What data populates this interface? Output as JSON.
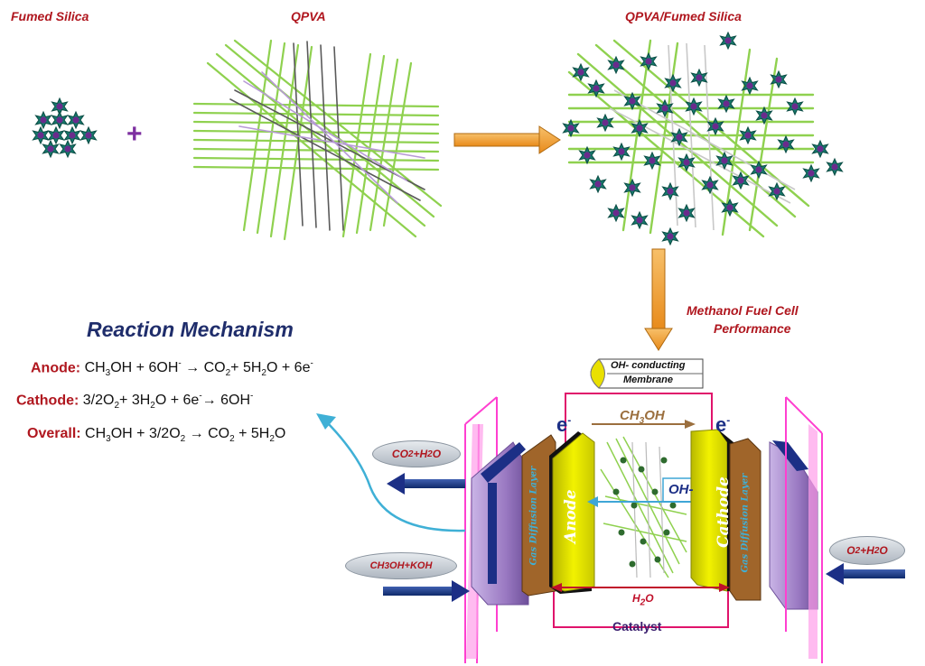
{
  "top": {
    "fumed_silica": "Fumed Silica",
    "qpva": "QPVA",
    "composite": "QPVA/Fumed Silica",
    "plus": "+"
  },
  "dmfc_label": [
    "Methanol Fuel Cell",
    "Performance"
  ],
  "mechanism": {
    "title": "Reaction Mechanism",
    "anode": {
      "label": "Anode:",
      "eq_html": "CH<sub>3</sub>OH + 6OH<sup>-</sup> → CO<sub>2</sub>+ 5H<sub>2</sub>O + 6e<sup>-</sup>"
    },
    "cathode": {
      "label": "Cathode:",
      "eq_html": "3/2O<sub>2</sub>+ 3H<sub>2</sub>O + 6e<sup>-</sup>→ 6OH<sup>-</sup>"
    },
    "overall": {
      "label": "Overall:",
      "eq_html": "CH<sub>3</sub>OH + 3/2O<sub>2</sub> → CO<sub>2</sub> + 5H<sub>2</sub>O"
    }
  },
  "cell": {
    "membrane_line1": "OH- conducting",
    "membrane_line2": "Membrane",
    "electron": "e",
    "electron_sup": "-",
    "methanol_html": "CH<sub>3</sub>OH",
    "oh": "OH-",
    "anode": "Anode",
    "cathode": "Cathode",
    "gdl": "Gas Diffusion Layer",
    "water_html": "H<sub>2</sub>O",
    "catalyst": "Catalyst",
    "out_left_html": "CO<sub>2</sub>+H<sub>2</sub>O",
    "in_left_html": "CH<sub>3</sub>OH+KOH",
    "in_right_html": "O<sub>2</sub>+H<sub>2</sub>O"
  },
  "colors": {
    "label_red": "#b0171f",
    "title_navy": "#1f2d6b",
    "polymer_green": "#8fd14f",
    "silica_teal": "#1a7a6e",
    "arrow_orange": "#f2a03a",
    "electrode_yellow": "#e8e800",
    "gdl_brown": "#a0652a",
    "plate_purple": "#a78bc9",
    "magenta": "#ff3fd0"
  }
}
